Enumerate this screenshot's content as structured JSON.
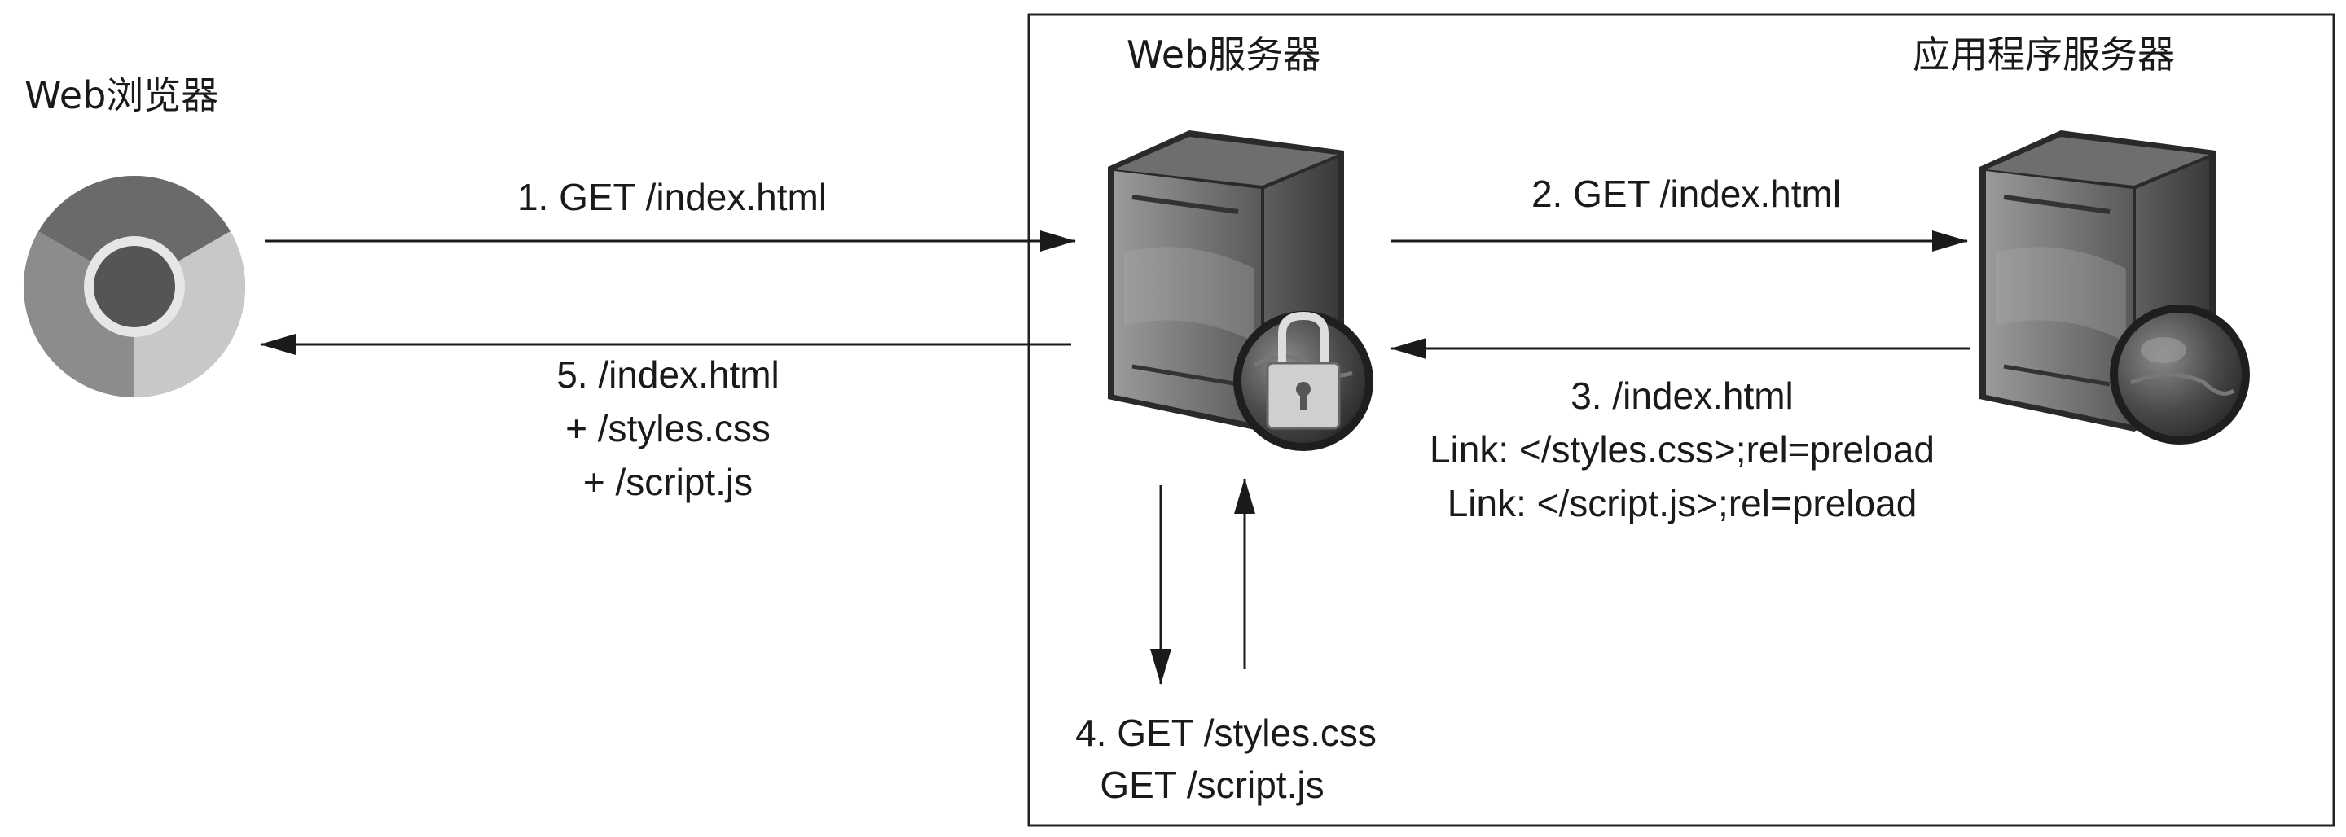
{
  "labels": {
    "browser": "Web浏览器",
    "web_server": "Web服务器",
    "app_server": "应用程序服务器"
  },
  "steps": {
    "step1": "1. GET /index.html",
    "step2": "2. GET /index.html",
    "step3": {
      "line1": "3. /index.html",
      "line2": "Link: </styles.css>;rel=preload",
      "line3": "Link: </script.js>;rel=preload"
    },
    "step4": {
      "line1": "4. GET /styles.css",
      "line2": "GET /script.js"
    },
    "step5": {
      "line1": "5. /index.html",
      "line2": "+ /styles.css",
      "line3": "+ /script.js"
    }
  },
  "icons": {
    "browser": "chrome-browser-icon",
    "web_server": "server-with-lock-icon",
    "app_server": "server-with-globe-icon"
  }
}
